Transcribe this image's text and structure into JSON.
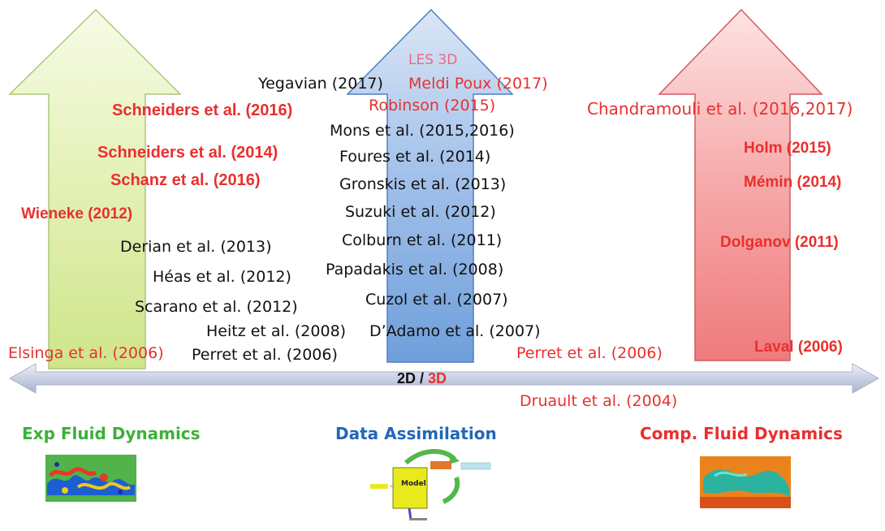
{
  "colors": {
    "exp": "#3cb03a",
    "da": "#2366b8",
    "cfd": "#e8302f",
    "red_text": "#e8302f",
    "black_text": "#111111"
  },
  "arrows": {
    "les_label": "LES 3D"
  },
  "axis": {
    "label_2d": "2D /",
    "label_3d": "3D"
  },
  "refs": {
    "yegavian": "Yegavian (2017)",
    "meldi": "Meldi Poux (2017)",
    "schneiders_2016": "Schneiders et al. (2016)",
    "robinson": "Robinson (2015)",
    "chandramouli": "Chandramouli et al. (2016,2017)",
    "mons": "Mons et al. (2015,2016)",
    "schneiders_2014": "Schneiders et al. (2014)",
    "foures": "Foures et al. (2014)",
    "holm": "Holm (2015)",
    "schanz": "Schanz et al. (2016)",
    "gronskis": "Gronskis et al. (2013)",
    "memin": "Mémin (2014)",
    "wieneke": "Wieneke (2012)",
    "suzuki": "Suzuki et al. (2012)",
    "derian": "Derian et al. (2013)",
    "colburn": "Colburn et al. (2011)",
    "dolganov": "Dolganov (2011)",
    "heas": "Héas et al. (2012)",
    "papadakis": "Papadakis et al. (2008)",
    "scarano": "Scarano et al. (2012)",
    "cuzol": "Cuzol et al. (2007)",
    "heitz": "Heitz et al. (2008)",
    "dadamo": "D’Adamo et al. (2007)",
    "elsinga": "Elsinga et al. (2006)",
    "perret_left": "Perret et al. (2006)",
    "perret_right": "Perret et al. (2006)",
    "laval": "Laval (2006)",
    "druault": "Druault et al. (2004)"
  },
  "sections": {
    "exp": "Exp Fluid Dynamics",
    "da": "Data Assimilation",
    "cfd": "Comp. Fluid Dynamics"
  },
  "da_figure": {
    "model": "Model"
  }
}
